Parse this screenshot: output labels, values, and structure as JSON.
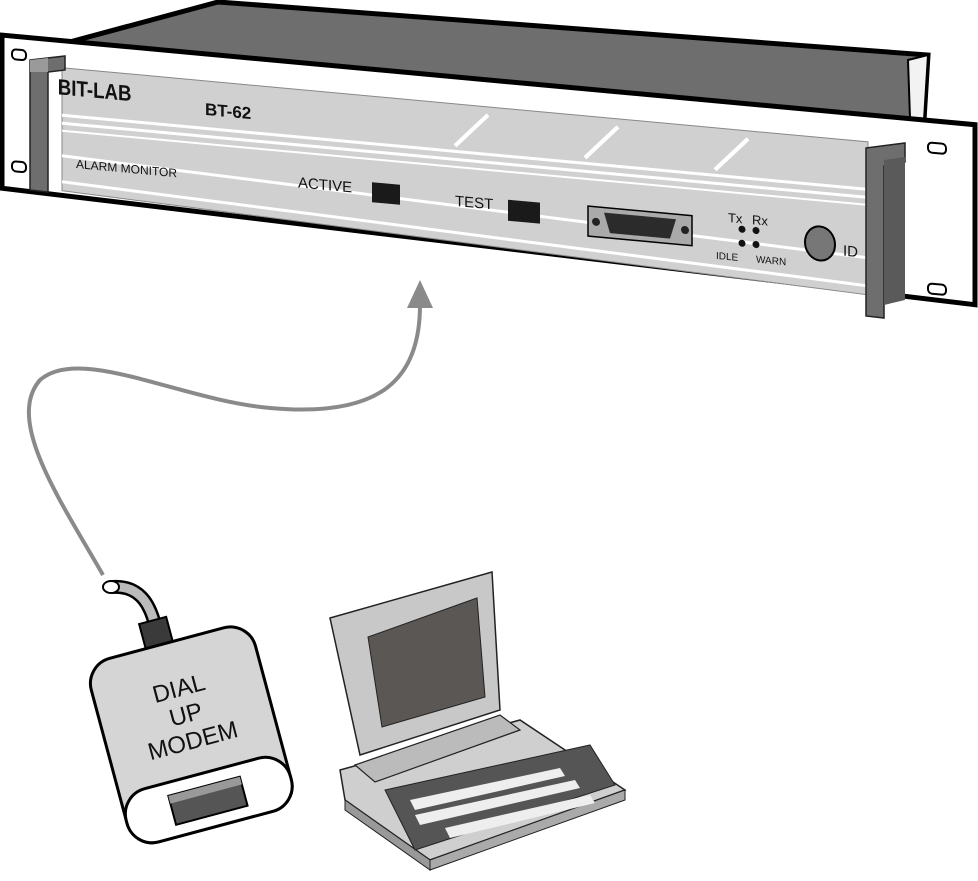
{
  "rack_unit": {
    "brand": "BIT-LAB",
    "model": "BT-62",
    "product_name": "ALARM MONITOR",
    "indicators": {
      "active": "ACTIVE",
      "test": "TEST"
    },
    "leds": {
      "tx": "Tx",
      "rx": "Rx",
      "idle": "IDLE",
      "warn": "WARN"
    },
    "id_button": "ID"
  },
  "modem": {
    "line1": "DIAL",
    "line2": "UP",
    "line3": "MODEM"
  },
  "colors": {
    "panel": "#cfcfcf",
    "top_cover": "#6e6e6e",
    "arrow": "#8a8a8a",
    "dark": "#2b2b2b",
    "screen": "#5a5755"
  }
}
